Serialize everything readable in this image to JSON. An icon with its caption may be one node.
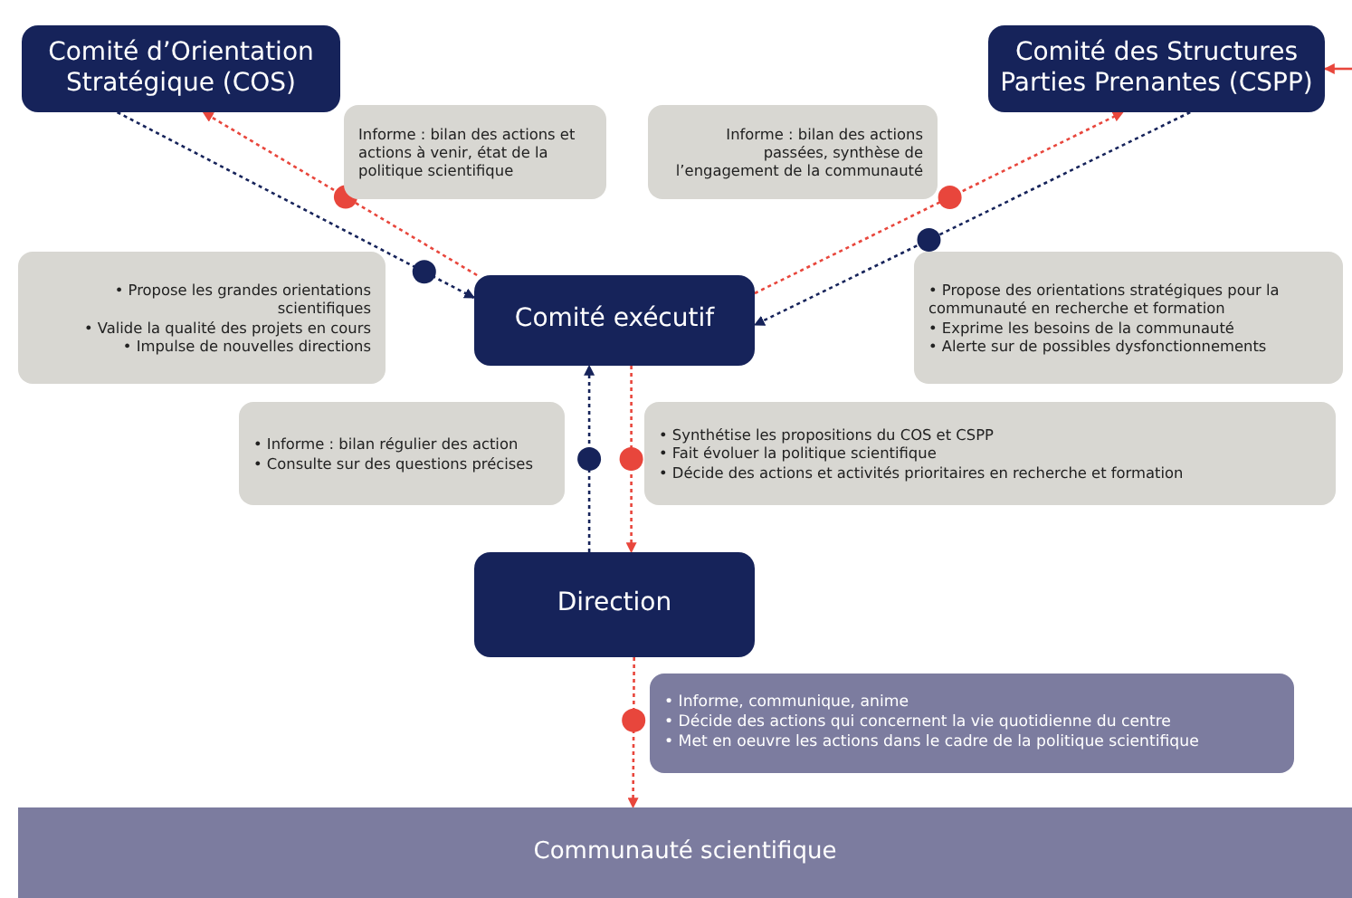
{
  "diagram": {
    "nodes": [
      {
        "text": [
          "Comité d’Orientation Stratégique (COS)"
        ]
      },
      {
        "text": [
          "Comité des Structures Parties Prenantes (CSPP)"
        ]
      },
      {
        "text": [
          "Comité exécutif"
        ]
      },
      {
        "text": [
          "Direction"
        ]
      },
      {
        "text": [
          "Communauté scientifique"
        ]
      },
      {
        "text": [
          "Informe : bilan des actions et actions à venir, état de la politique scientifique"
        ]
      },
      {
        "text": [
          "Informe : bilan des actions passées, synthèse de l’engagement de la communauté"
        ]
      },
      {
        "text": [
          "• Propose les grandes orientations scientifiques",
          "• Valide la qualité des projets en cours",
          "• Impulse de nouvelles directions"
        ]
      },
      {
        "text": [
          "• Propose des orientations stratégiques pour la communauté en recherche et formation",
          "• Exprime les besoins de la communauté",
          "• Alerte sur de possibles dysfonctionnements"
        ]
      },
      {
        "text": [
          "• Informe : bilan régulier des action",
          "• Consulte sur des questions précises"
        ]
      },
      {
        "text": [
          "• Synthétise les propositions du COS et CSPP",
          "• Fait évoluer la politique scientifique",
          "• Décide des actions et activités prioritaires en recherche et formation"
        ]
      },
      {
        "text": [
          "• Informe, communique, anime",
          "• Décide des actions qui concernent la vie quotidienne du centre",
          "• Met en oeuvre les actions dans le cadre de la politique scientifique"
        ]
      }
    ],
    "edges": [
      {
        "from": 0,
        "to": 2,
        "arrow": "to",
        "style": "dashed",
        "color": "#16235a"
      },
      {
        "from": 2,
        "to": 0,
        "arrow": "to",
        "style": "dashed"
      },
      {
        "from": 2,
        "to": 1,
        "arrow": "to",
        "style": "dashed"
      },
      {
        "from": 1,
        "to": 2,
        "arrow": "to",
        "style": "dashed",
        "color": "#16235a"
      },
      {
        "from": 3,
        "to": 2,
        "arrow": "to",
        "style": "dashed",
        "color": "#16235a"
      },
      {
        "from": 2,
        "to": 3,
        "arrow": "to",
        "style": "dashed"
      },
      {
        "from": 3,
        "to": 4,
        "arrow": "to",
        "style": "dashed"
      },
      {
        "from": null,
        "to": 1,
        "arrow": "to"
      }
    ]
  }
}
